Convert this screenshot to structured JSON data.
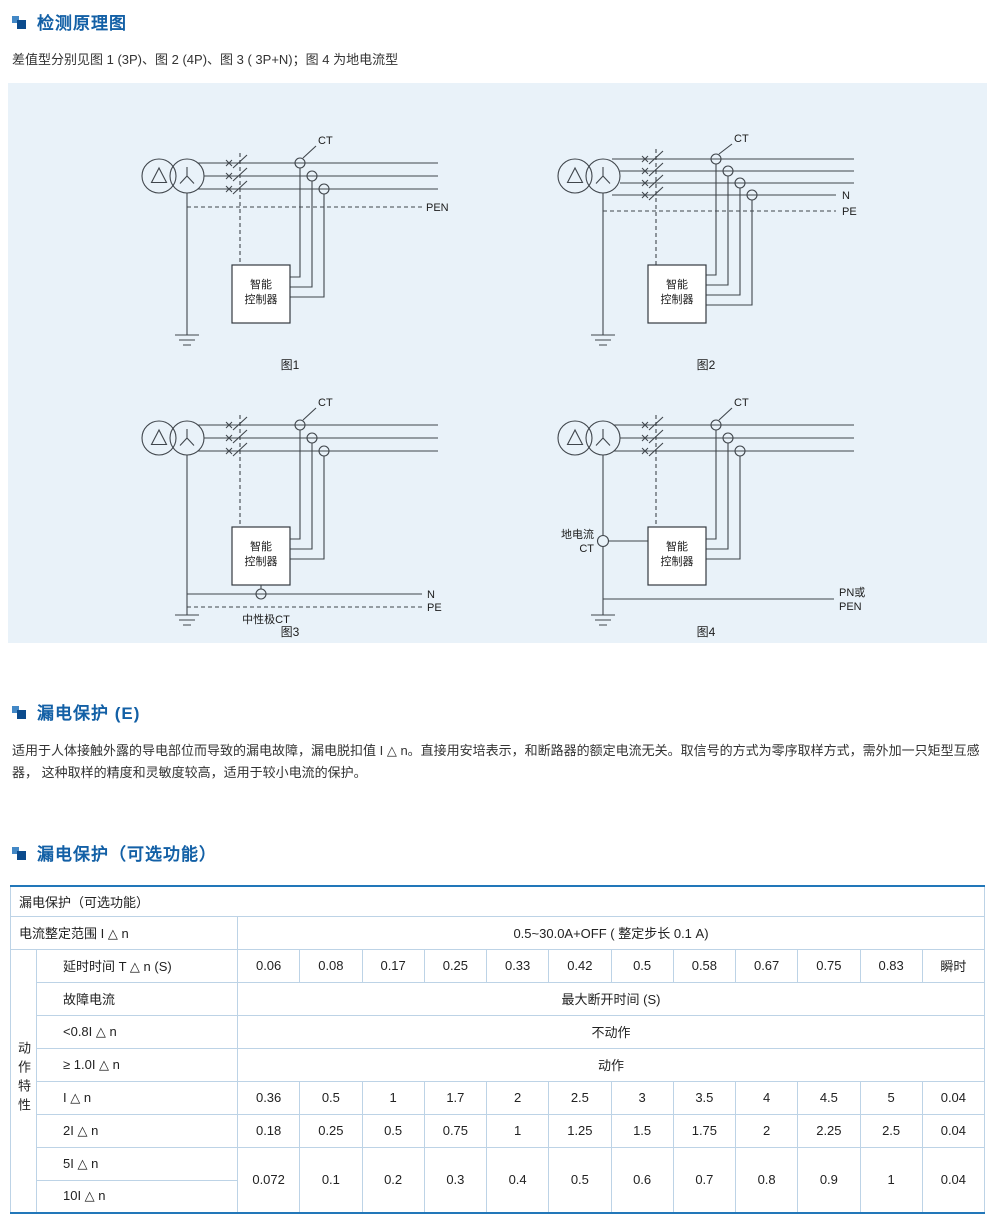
{
  "colors": {
    "heading": "#1360a6",
    "panel_bg": "#e9f2f9",
    "table_border_strong": "#2277b9",
    "table_border_light": "#bdd3e6"
  },
  "header1": {
    "title": "检测原理图",
    "subtitle": "差值型分别见图 1 (3P)、图 2 (4P)、图 3 ( 3P+N)；图 4 为地电流型"
  },
  "header2": {
    "title": "漏电保护 (E)",
    "body": "适用于人体接触外露的导电部位而导致的漏电故障，漏电脱扣值 I △ n。直接用安培表示，和断路器的额定电流无关。取信号的方式为零序取样方式，需外加一只矩型互感器， 这种取样的精度和灵敏度较高，适用于较小电流的保护。"
  },
  "header3": {
    "title": "漏电保护（可选功能）"
  },
  "diagram": {
    "ct": "CT",
    "controller_line1": "智能",
    "controller_line2": "控制器",
    "fig1": {
      "caption": "图1",
      "pen": "PEN"
    },
    "fig2": {
      "caption": "图2",
      "n": "N",
      "pe": "PE"
    },
    "fig3": {
      "caption": "图3",
      "n": "N",
      "pe": "PE",
      "neutral_ct": "中性极CT"
    },
    "fig4": {
      "caption": "图4",
      "ground_ct_1": "地电流",
      "ground_ct_2": "CT",
      "right_1": "PN或",
      "right_2": "PEN"
    }
  },
  "table": {
    "title": "漏电保护（可选功能）",
    "range_label": "电流整定范围 I △ n",
    "range_value": "0.5~30.0A+OFF ( 整定步长 0.1 A)",
    "side_label": "动作特性",
    "delay_label": "延时时间 T △ n (S)",
    "delay_values": [
      "0.06",
      "0.08",
      "0.17",
      "0.25",
      "0.33",
      "0.42",
      "0.5",
      "0.58",
      "0.67",
      "0.75",
      "0.83",
      "瞬时"
    ],
    "fault_label": "故障电流",
    "fault_value": "最大断开时间 (S)",
    "lt_label": "<0.8I △ n",
    "lt_value": "不动作",
    "ge_label": "≥ 1.0I △ n",
    "ge_value": "动作",
    "r1_label": "I △ n",
    "r1_values": [
      "0.36",
      "0.5",
      "1",
      "1.7",
      "2",
      "2.5",
      "3",
      "3.5",
      "4",
      "4.5",
      "5",
      "0.04"
    ],
    "r2_label": "2I △ n",
    "r2_values": [
      "0.18",
      "0.25",
      "0.5",
      "0.75",
      "1",
      "1.25",
      "1.5",
      "1.75",
      "2",
      "2.25",
      "2.5",
      "0.04"
    ],
    "r5_label": "5I △ n",
    "r10_label": "10I △ n",
    "r510_values": [
      "0.072",
      "0.1",
      "0.2",
      "0.3",
      "0.4",
      "0.5",
      "0.6",
      "0.7",
      "0.8",
      "0.9",
      "1",
      "0.04"
    ]
  }
}
